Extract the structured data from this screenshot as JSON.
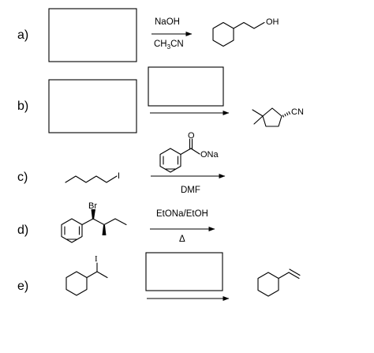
{
  "problems": [
    {
      "label": "a)",
      "reagents": [
        "NaOH",
        "CH3CN"
      ],
      "product_atoms": [
        "OH"
      ]
    },
    {
      "label": "b)",
      "reagents": [],
      "product_atoms": [
        "CN"
      ]
    },
    {
      "label": "c)",
      "reagents": [
        "ONa",
        "DMF"
      ],
      "reactant_atoms": [
        "I"
      ],
      "reagent_atoms": [
        "O"
      ]
    },
    {
      "label": "d)",
      "reagents": [
        "EtONa/EtOH",
        "Δ"
      ],
      "reactant_atoms": [
        "Br"
      ]
    },
    {
      "label": "e)",
      "reagents": [],
      "reactant_atoms": [
        "I"
      ]
    }
  ]
}
